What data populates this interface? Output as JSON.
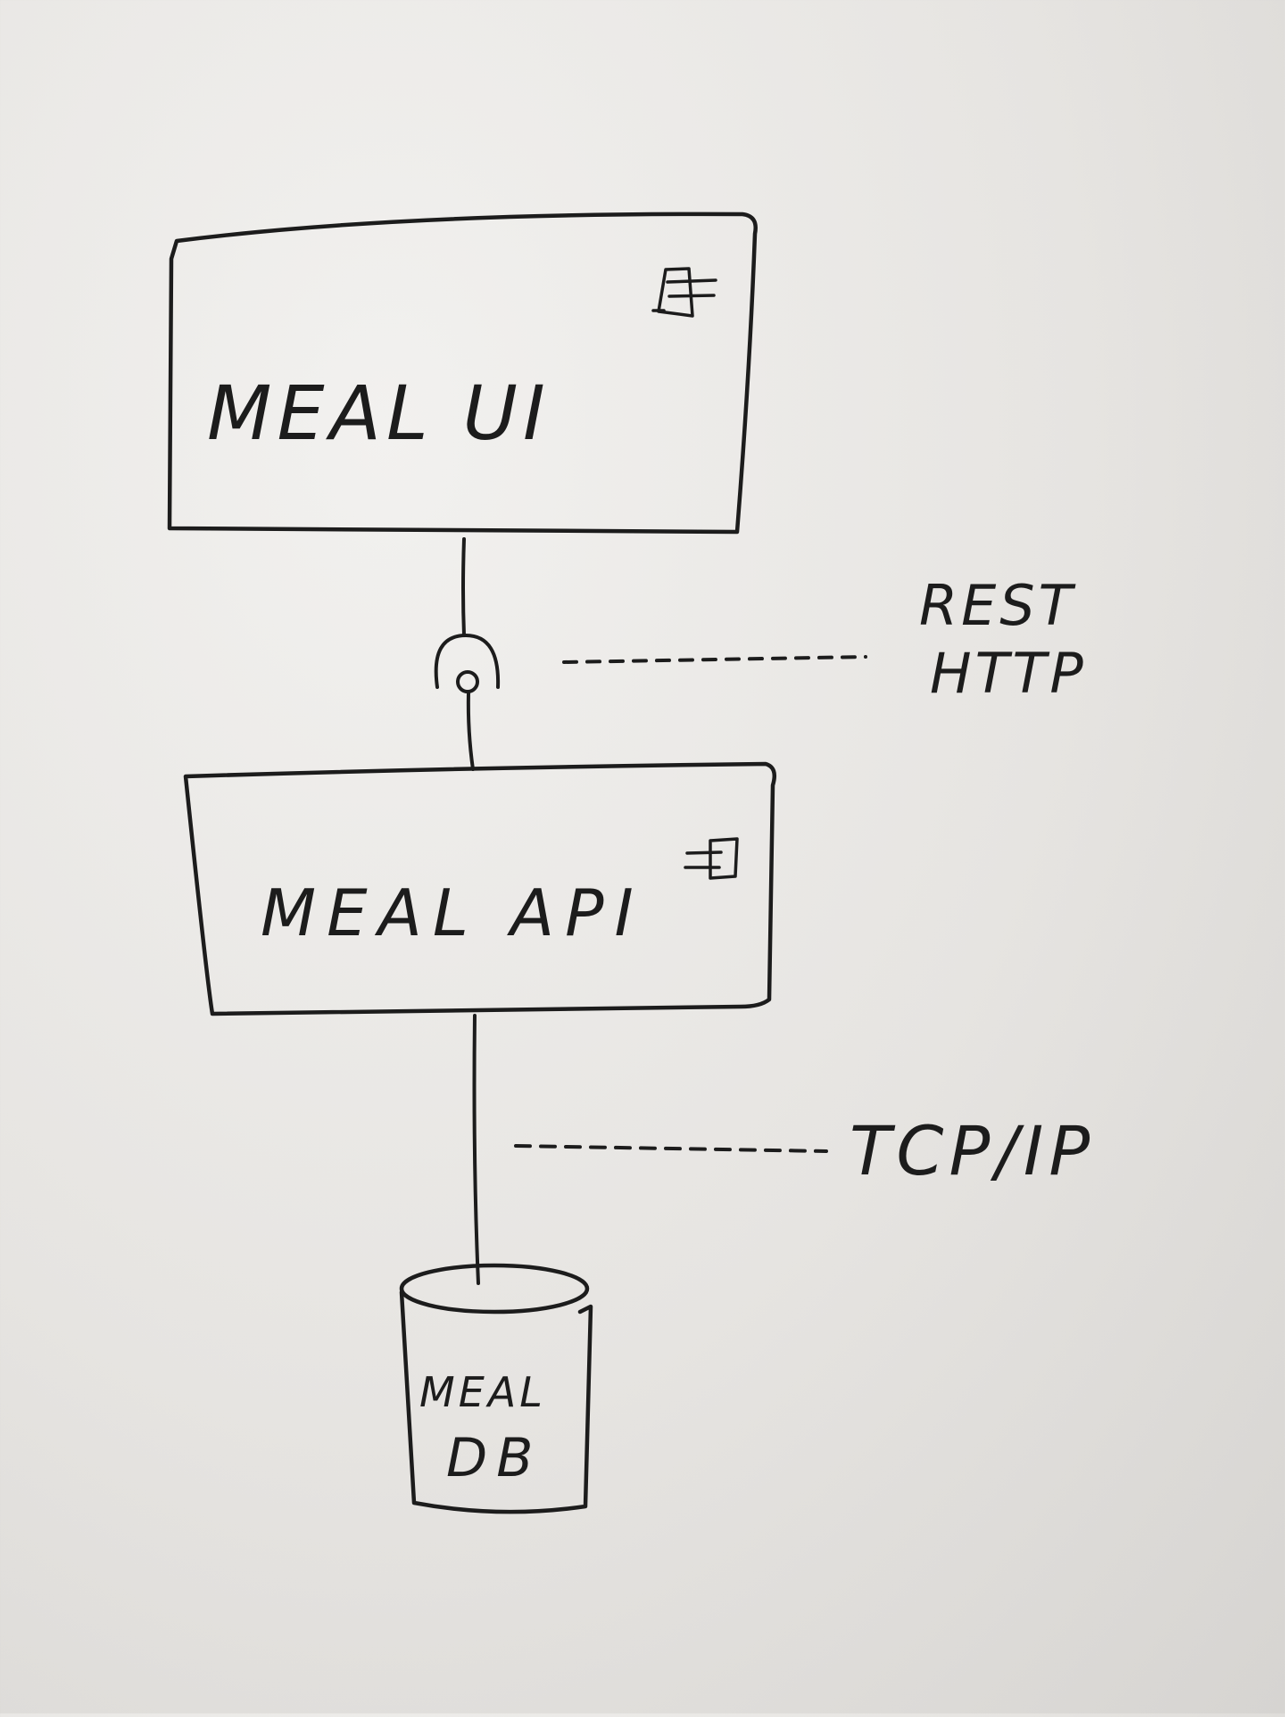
{
  "diagram": {
    "ink_color": "#1c1c1c",
    "board_color": "#e8e6e3",
    "nodes": [
      {
        "id": "meal-ui",
        "label": "MEAL UI",
        "kind": "component",
        "icon": "component-icon"
      },
      {
        "id": "meal-api",
        "label": "MEAL API",
        "kind": "component",
        "icon": "component-icon"
      },
      {
        "id": "meal-db",
        "label_line1": "MEAL",
        "label_line2": "DB",
        "kind": "database",
        "icon": "cylinder"
      }
    ],
    "connections": [
      {
        "from": "meal-api",
        "to": "meal-ui",
        "type": "provided/required interface",
        "label_line1": "REST",
        "label_line2": "HTTP"
      },
      {
        "from": "meal-api",
        "to": "meal-db",
        "type": "line",
        "label": "TCP/IP"
      }
    ]
  }
}
